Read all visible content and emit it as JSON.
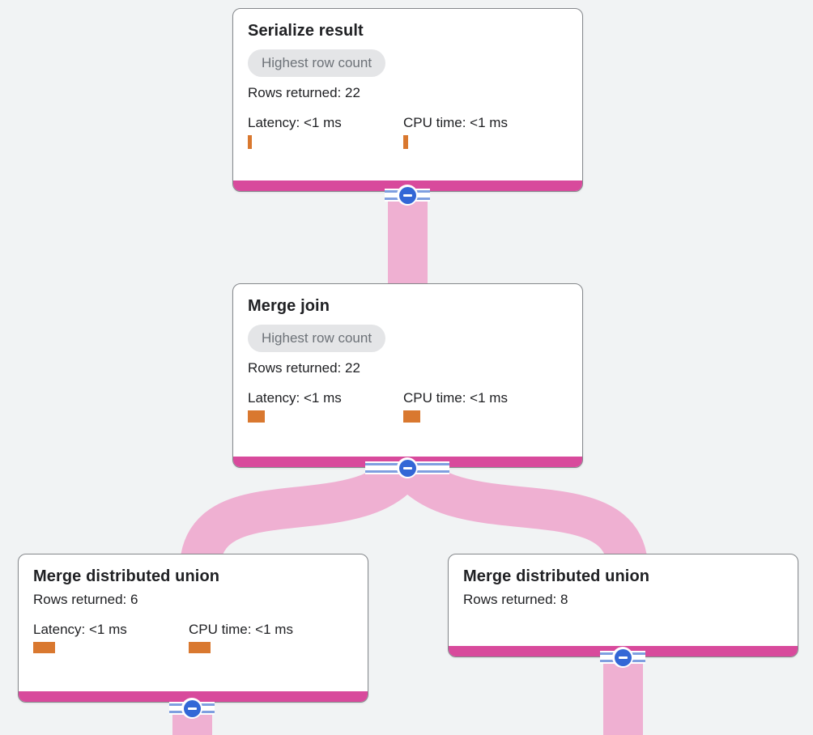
{
  "colors": {
    "background": "#f1f3f4",
    "card_background": "#ffffff",
    "card_border": "#85888c",
    "node_bottom_bar": "#d84a9c",
    "edge_pink": "#efb0d2",
    "collapse_button_blue": "#3367d6",
    "stripe_blue": "#7f9fe0",
    "metric_bar_orange": "#d9782f",
    "text": "#202124",
    "badge_background": "#e4e5e7",
    "badge_text": "#6d7278"
  },
  "icons": {
    "collapse": "minus-circle-icon"
  },
  "plan": {
    "nodes": [
      {
        "title": "Serialize result",
        "badge": "Highest row count",
        "rows_returned": "Rows returned: 22",
        "metrics": [
          {
            "label": "Latency: <1 ms",
            "bar": {
              "w": 5,
              "h": 17
            }
          },
          {
            "label": "CPU time: <1 ms",
            "bar": {
              "w": 6,
              "h": 17
            }
          }
        ]
      },
      {
        "title": "Merge join",
        "badge": "Highest row count",
        "rows_returned": "Rows returned: 22",
        "metrics": [
          {
            "label": "Latency: <1 ms",
            "bar": {
              "w": 21,
              "h": 15
            }
          },
          {
            "label": "CPU time: <1 ms",
            "bar": {
              "w": 21,
              "h": 15
            }
          }
        ]
      },
      {
        "title": "Merge distributed union",
        "rows_returned": "Rows returned: 6",
        "metrics": [
          {
            "label": "Latency: <1 ms",
            "bar": {
              "w": 27,
              "h": 14
            }
          },
          {
            "label": "CPU time: <1 ms",
            "bar": {
              "w": 27,
              "h": 14
            }
          }
        ]
      },
      {
        "title": "Merge distributed union",
        "rows_returned": "Rows returned: 8"
      }
    ],
    "edges": [
      {
        "from": "Serialize result",
        "to": "Merge join"
      },
      {
        "from": "Merge join",
        "to": "Merge distributed union (left)"
      },
      {
        "from": "Merge join",
        "to": "Merge distributed union (right)"
      },
      {
        "from": "Merge distributed union (left)",
        "to": "below viewport"
      },
      {
        "from": "Merge distributed union (right)",
        "to": "below viewport"
      }
    ]
  }
}
